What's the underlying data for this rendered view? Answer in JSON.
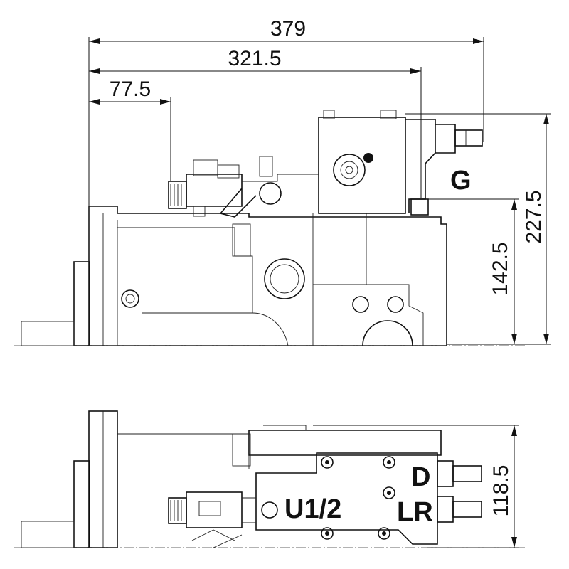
{
  "dimensions": {
    "overall_length": "379",
    "to_gauge_port": "321.5",
    "to_solenoid": "77.5",
    "total_height": "227.5",
    "port_height": "142.5",
    "bottom_height": "118.5"
  },
  "labels": {
    "gauge_port": "G",
    "control_port_u": "U1/2",
    "drain_port": "D",
    "load_port": "LR"
  }
}
